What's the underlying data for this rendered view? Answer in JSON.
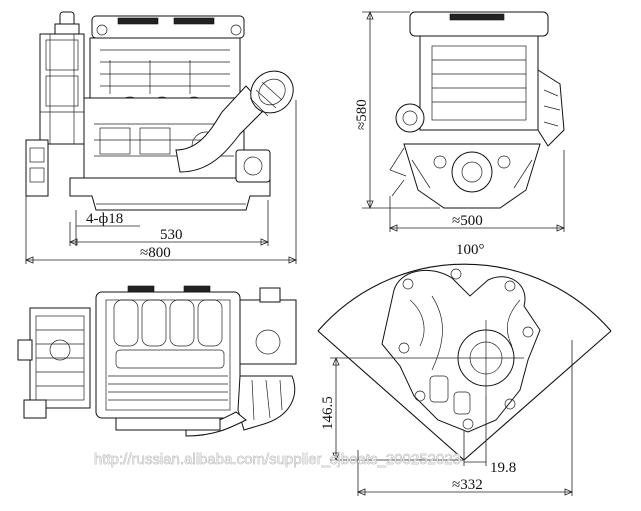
{
  "dimensions": {
    "hole_spec": "4-ф18",
    "width_530": "530",
    "width_800": "≈800",
    "height_580": "≈580",
    "width_500": "≈500",
    "angle_100": "100°",
    "height_146": "146.5",
    "offset_19": "19.8",
    "width_332": "≈332"
  },
  "watermark": "http://russian.alibaba.com/supplier_sjboats_200252023"
}
